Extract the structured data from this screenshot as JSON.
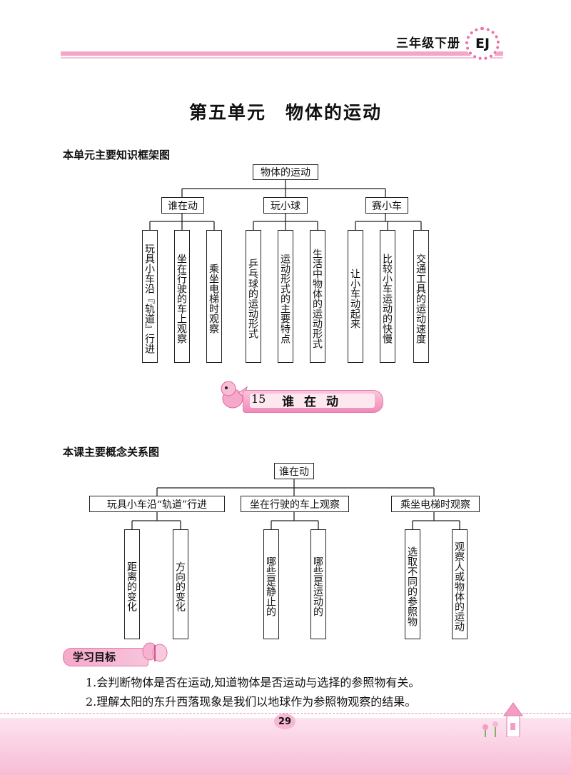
{
  "header": {
    "grade": "三年级下册",
    "edition": "EJ"
  },
  "unit_title": "第五单元　物体的运动",
  "section1": {
    "heading": "本单元主要知识框架图",
    "root": "物体的运动",
    "branches": [
      {
        "label": "谁在动",
        "leaves": [
          "玩具小车沿『轨道』行进",
          "坐在行驶的车上观察",
          "乘坐电梯时观察"
        ]
      },
      {
        "label": "玩小球",
        "leaves": [
          "乒乓球的运动形式",
          "运动形式的主要特点",
          "生活中物体的运动形式"
        ]
      },
      {
        "label": "赛小车",
        "leaves": [
          "让小车动起来",
          "比较小车运动的快慢",
          "交通工具的运动速度"
        ]
      }
    ]
  },
  "lesson": {
    "number": "15",
    "title": "谁在动"
  },
  "section2": {
    "heading": "本课主要概念关系图",
    "root": "谁在动",
    "branches": [
      {
        "label": "玩具小车沿“轨道”行进",
        "leaves": [
          "距离的变化",
          "方向的变化"
        ]
      },
      {
        "label": "坐在行驶的车上观察",
        "leaves": [
          "哪些是静止的",
          "哪些是运动的"
        ]
      },
      {
        "label": "乘坐电梯时观察",
        "leaves": [
          "选取不同的参照物",
          "观察人或物体的运动"
        ]
      }
    ]
  },
  "goals": {
    "tag": "学习目标",
    "items": [
      "1.会判断物体是否在运动,知道物体是否运动与选择的参照物有关。",
      "2.理解太阳的东升西落现象是我们以地球作为参照物观察的结果。"
    ]
  },
  "footer": {
    "page": "29"
  },
  "colors": {
    "accent": "#f3a6c8",
    "accent_dark": "#ec6fa6"
  }
}
